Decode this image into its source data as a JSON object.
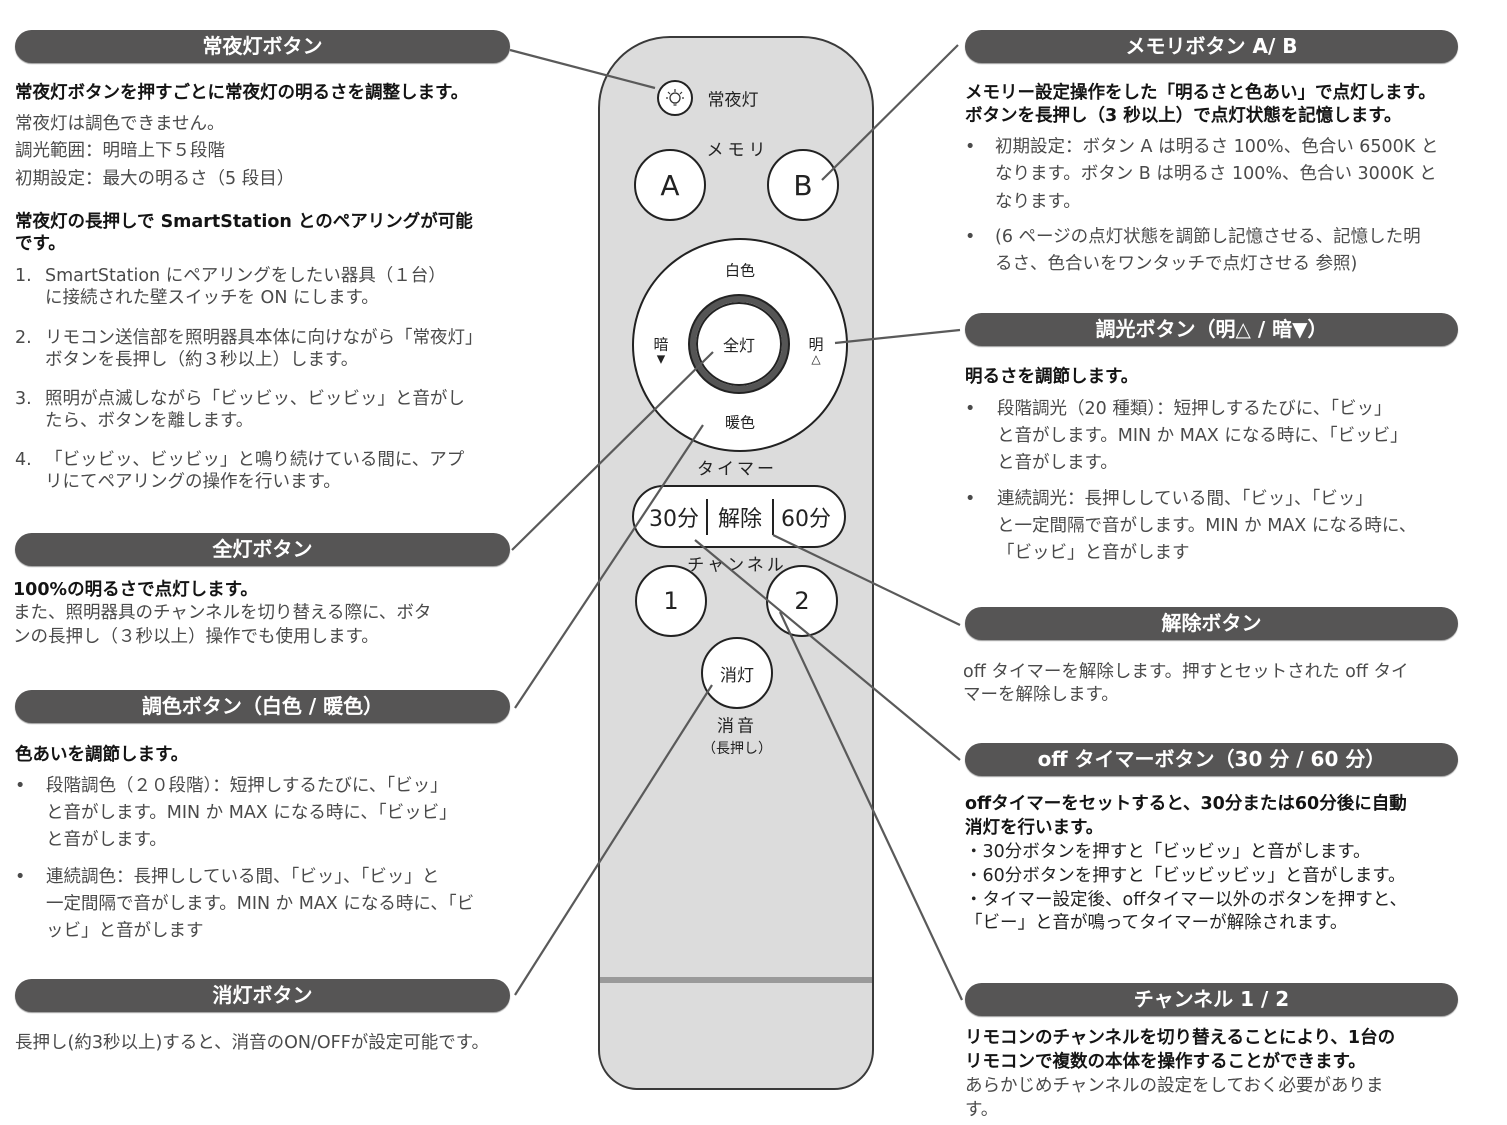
{
  "left": {
    "night_light": {
      "title": "常夜灯ボタン",
      "lead": "常夜灯ボタンを押すごとに常夜灯の明るさを調整します。",
      "lines": [
        "常夜灯は調色できません。",
        "調光範囲：明暗上下５段階",
        "初期設定：最大の明るさ（5 段目）"
      ],
      "pairing_lead": [
        "常夜灯の長押しで SmartStation とのペアリングが可能",
        "です。"
      ],
      "steps": [
        {
          "num": "1.",
          "lines": [
            "SmartStation にペアリングをしたい器具（１台）",
            "に接続された壁スイッチを ON にします。"
          ]
        },
        {
          "num": "2.",
          "lines": [
            "リモコン送信部を照明器具本体に向けながら「常夜灯」",
            "ボタンを長押し（約３秒以上）します。"
          ]
        },
        {
          "num": "3.",
          "lines": [
            "照明が点滅しながら「ビッビッ、ビッビッ」と音がし",
            "たら、ボタンを離します。"
          ]
        },
        {
          "num": "4.",
          "lines": [
            "「ビッビッ、ビッビッ」と鳴り続けている間に、アプ",
            "リにてペアリングの操作を行います。"
          ]
        }
      ]
    },
    "full_light": {
      "title": "全灯ボタン",
      "lead": "100%の明るさで点灯します。",
      "lines": [
        "また、照明器具のチャンネルを切り替える際に、ボタ",
        "ンの長押し（３秒以上）操作でも使用します。"
      ]
    },
    "color": {
      "title": "調色ボタン（白色 / 暖色）",
      "lead": "色あいを調節します。",
      "bullets": [
        [
          "段階調色（２０段階）：短押しするたびに、「ビッ」",
          "と音がします。MIN か MAX になる時に、「ビッビ」",
          "と音がします。"
        ],
        [
          "連続調色：長押ししている間、「ビッ」、「ビッ」と",
          "一定間隔で音がします。MIN か MAX になる時に、「ビ",
          "ッビ」と音がします"
        ]
      ]
    },
    "off": {
      "title": "消灯ボタン",
      "line": "長押し(約3秒以上)すると、消音のON/OFFが設定可能です。"
    }
  },
  "right": {
    "memory": {
      "title": "メモリボタン A/ B",
      "lead": [
        "メモリー設定操作をした「明るさと色あい」で点灯します。",
        "ボタンを長押し（3 秒以上）で点灯状態を記憶します。"
      ],
      "bullets": [
        [
          "初期設定：ボタン A は明るさ 100%、色合い 6500K と",
          "なります。ボタン B は明るさ 100%、色合い 3000K と",
          "なります。"
        ],
        [
          "(6 ページの点灯状態を調節し記憶させる、記憶した明",
          "るさ、色合いをワンタッチで点灯させる 参照)"
        ]
      ]
    },
    "dimming": {
      "title": "調光ボタン（明△ / 暗▼）",
      "lead": "明るさを調節します。",
      "bullets": [
        [
          "段階調光（20 種類）：短押しするたびに、「ビッ」",
          "と音がします。MIN か MAX になる時に、「ビッビ」",
          "と音がします。"
        ],
        [
          "連続調光：長押ししている間、「ビッ」、「ビッ」",
          "と一定間隔で音がします。MIN か MAX になる時に、",
          "「ビッビ」と音がします"
        ]
      ]
    },
    "cancel": {
      "title": "解除ボタン",
      "lines": [
        "off タイマーを解除します。押すとセットされた off タイ",
        "マーを解除します。"
      ]
    },
    "timer": {
      "title": "off タイマーボタン（30 分 /  60 分）",
      "lead": [
        "offタイマーをセットすると、30分または60分後に自動",
        "消灯を行います。"
      ],
      "lines": [
        "・30分ボタンを押すと「ビッビッ」と音がします。",
        "・60分ボタンを押すと「ビッビッビッ」と音がします。",
        "・タイマー設定後、offタイマー以外のボタンを押すと、",
        "「ビー」と音が鳴ってタイマーが解除されます。"
      ]
    },
    "channel": {
      "title": "チャンネル 1 /  2",
      "lead": [
        "リモコンのチャンネルを切り替えることにより、1台の",
        "リモコンで複数の本体を操作することができます。"
      ],
      "lines": [
        "あらかじめチャンネルの設定をしておく必要がありま",
        "す。"
      ]
    }
  },
  "remote": {
    "night_light": "常夜灯",
    "memory": "メモリ",
    "a": "A",
    "b": "B",
    "white": "白色",
    "dark": "暗",
    "dark_arrow": "▼",
    "bright": "明",
    "bright_arrow": "△",
    "full": "全灯",
    "warm": "暖色",
    "timer": "タイマー",
    "t30": "30分",
    "cancel": "解除",
    "t60": "60分",
    "channel": "チャンネル",
    "ch1": "1",
    "ch2": "2",
    "off": "消灯",
    "mute": "消音",
    "long_press": "（長押し）"
  }
}
